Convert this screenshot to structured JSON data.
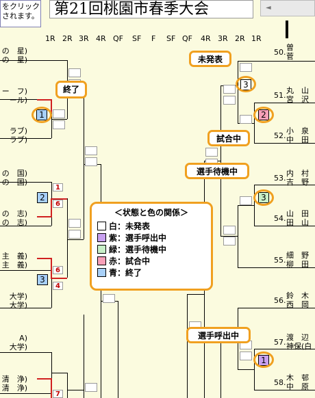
{
  "header": {
    "note": "をクリック\nされます。",
    "title": "第21回桃園市春季大会",
    "scroll_left": "◄"
  },
  "rounds_left": [
    "1R",
    "2R",
    "3R",
    "4R",
    "QF",
    "SF",
    "F"
  ],
  "rounds_right": [
    "SF",
    "QF",
    "4R",
    "3R",
    "2R",
    "1R"
  ],
  "left_players": [
    "の　星)\nの　星)",
    "ー　フ)\nール)",
    "ラブ)\nラブ)",
    "の　国)\nの　国)",
    "の　志)\nの　志)",
    "主　義)\n主　義)",
    "大学)\n大学)",
    "A)\n大学)",
    "清　浄)\n清　浄)"
  ],
  "right_players": [
    {
      "seed": "50.",
      "names": "曽\n菅"
    },
    {
      "seed": "51.",
      "names": "丸　山\n宮　沢"
    },
    {
      "seed": "52.",
      "names": "小　泉\n中　田"
    },
    {
      "seed": "53.",
      "names": "内　村\n吉　野"
    },
    {
      "seed": "54.",
      "names": "山　田\n田　山"
    },
    {
      "seed": "55.",
      "names": "細　野\n柳　田"
    },
    {
      "seed": "56.",
      "names": "鈴　木\n西　岡"
    },
    {
      "seed": "57.",
      "names": "渡　辺\n神保(白"
    },
    {
      "seed": "58.",
      "names": "木　邨\n中　原"
    }
  ],
  "scores": [
    "1",
    "6",
    "6",
    "4",
    "7"
  ],
  "courts": [
    "1",
    "2",
    "3",
    "3",
    "2",
    "3",
    "1"
  ],
  "callouts": {
    "finished": "終了",
    "not_announced": "未発表",
    "in_match": "試合中",
    "waiting": "選手待機中",
    "calling": "選手呼出中"
  },
  "legend": {
    "title": "＜状態と色の関係＞",
    "items": [
      {
        "label": "白：未発表",
        "color": "#ffffff"
      },
      {
        "label": "紫：選手呼出中",
        "color": "#c8a0f0"
      },
      {
        "label": "緑：選手待機中",
        "color": "#c8f0c8"
      },
      {
        "label": "赤：試合中",
        "color": "#f8a0b8"
      },
      {
        "label": "青：終了",
        "color": "#a8d0f8"
      }
    ]
  },
  "colors": {
    "background": "#fbfbdf",
    "highlight": "#f0a020",
    "finished": "#a8d0f8",
    "calling": "#c8a0f0",
    "waiting": "#c8f0c8",
    "in_match": "#f8a0b8",
    "win_line": "#d02020"
  }
}
